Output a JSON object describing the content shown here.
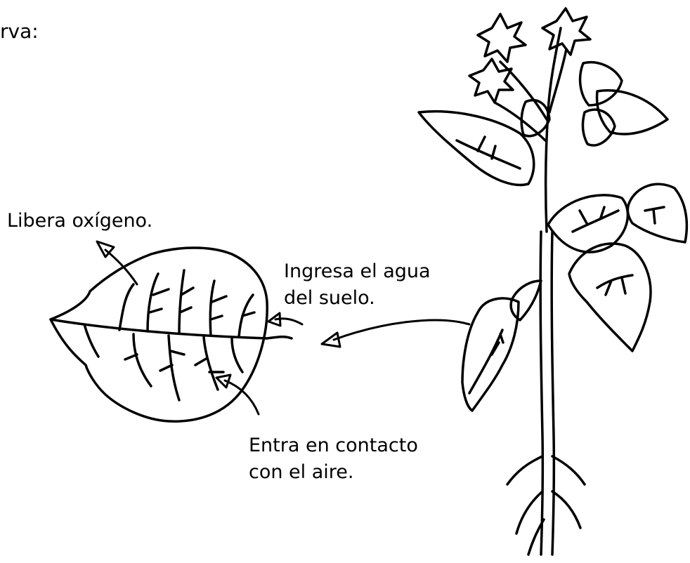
{
  "heading": "rva:",
  "labels": {
    "oxygen": "Libera oxígeno.",
    "water_line1": "Ingresa el agua",
    "water_line2": "del suelo.",
    "air_line1": "Entra en contacto",
    "air_line2": "con el aire."
  },
  "colors": {
    "ink": "#000000",
    "background": "#ffffff"
  }
}
